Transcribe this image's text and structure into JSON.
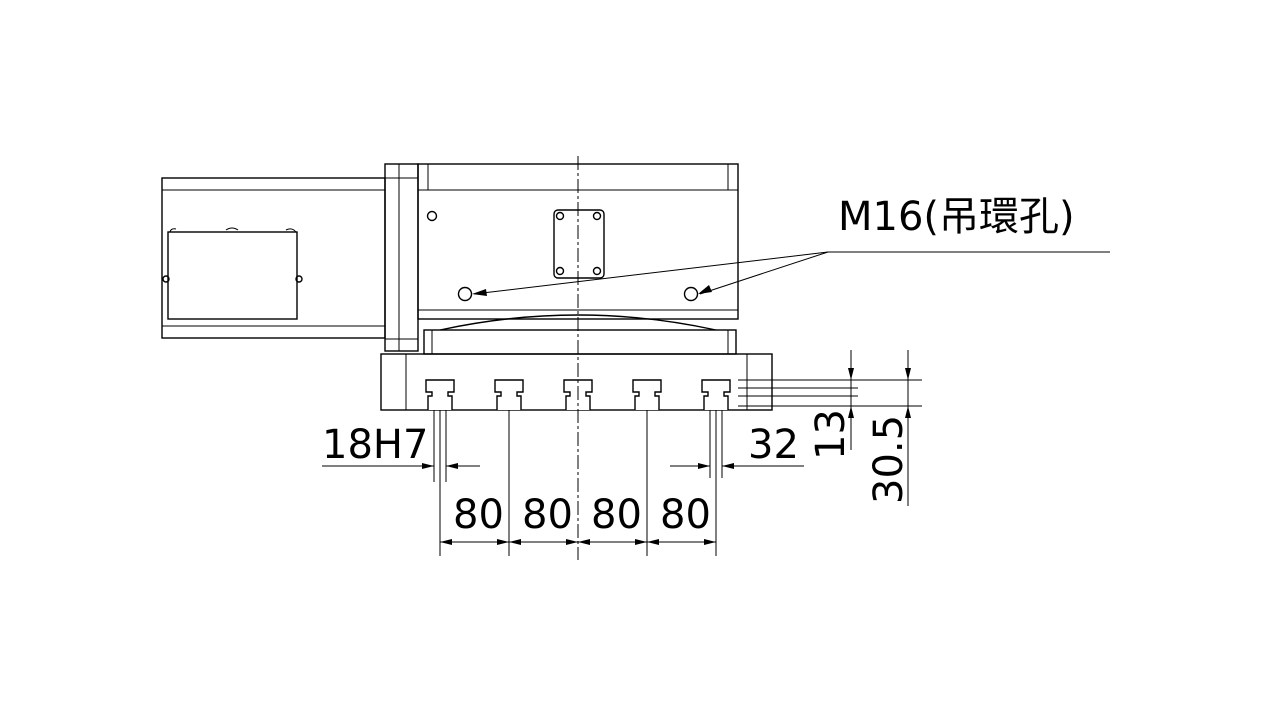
{
  "labels": {
    "hoist_hole": "M16(吊環孔)",
    "slot_width": "18H7",
    "pitch_1": "80",
    "pitch_2": "80",
    "pitch_3": "80",
    "pitch_4": "80",
    "edge_offset": "32",
    "slot_depth": "13",
    "table_thickness": "30.5"
  },
  "colors": {
    "line": "#000000",
    "background": "#ffffff"
  }
}
